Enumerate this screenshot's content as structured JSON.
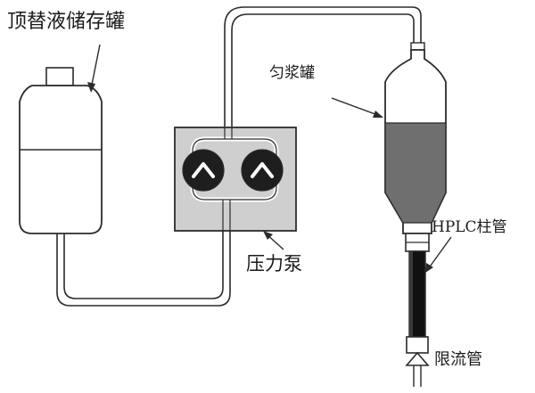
{
  "labels": {
    "top_tank": "顶替液储存罐",
    "slurry_tank": "匀浆罐",
    "pump": "压力泵",
    "hplc_column": "HPLC柱管",
    "restrictor": "限流管"
  },
  "colors": {
    "line": "#2b2b2b",
    "pump_box": "#cfcfcf",
    "slurry_fill": "#6f6f6f",
    "column_fill": "#111111",
    "pump_head": "#1e1e1e"
  },
  "icons": [
    "pump-head-icon",
    "inflow-arrow-icon"
  ]
}
